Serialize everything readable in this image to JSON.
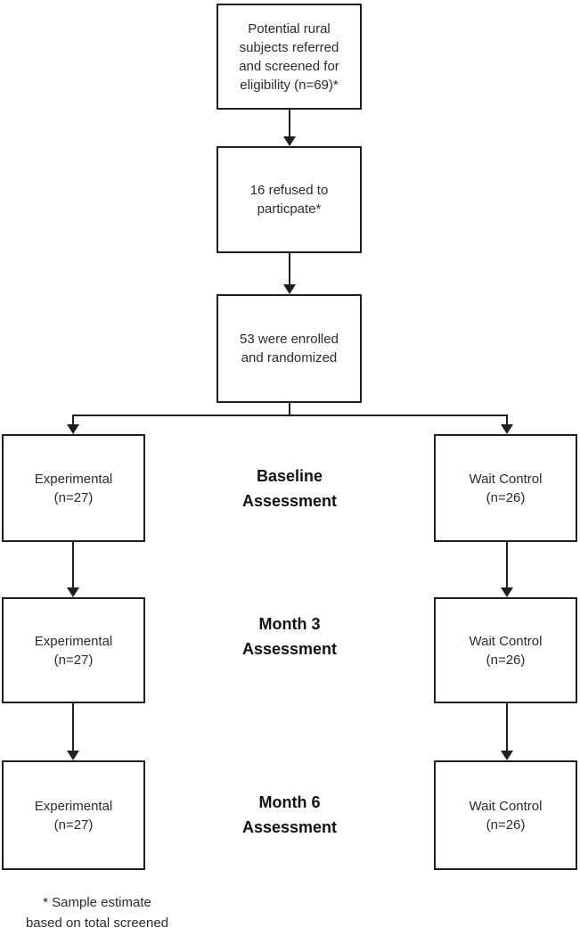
{
  "flow": {
    "screened": {
      "text": "Potential rural\nsubjects referred\nand screened for\neligibility (n=69)*"
    },
    "refused": {
      "text": "16 refused to\nparticpate*"
    },
    "enrolled": {
      "text": "53 were enrolled\nand randomized"
    },
    "rows": [
      {
        "label": "Baseline\nAssessment",
        "left": "Experimental\n(n=27)",
        "right": "Wait Control\n(n=26)"
      },
      {
        "label": "Month 3\nAssessment",
        "left": "Experimental\n(n=27)",
        "right": "Wait Control\n(n=26)"
      },
      {
        "label": "Month 6\nAssessment",
        "left": "Experimental\n(n=27)",
        "right": "Wait Control\n(n=26)"
      }
    ],
    "footnote": "* Sample estimate\nbased on total screened"
  },
  "colors": {
    "line": "#1f1f1f",
    "text": "#2b2b2b",
    "background": "#ffffff"
  }
}
